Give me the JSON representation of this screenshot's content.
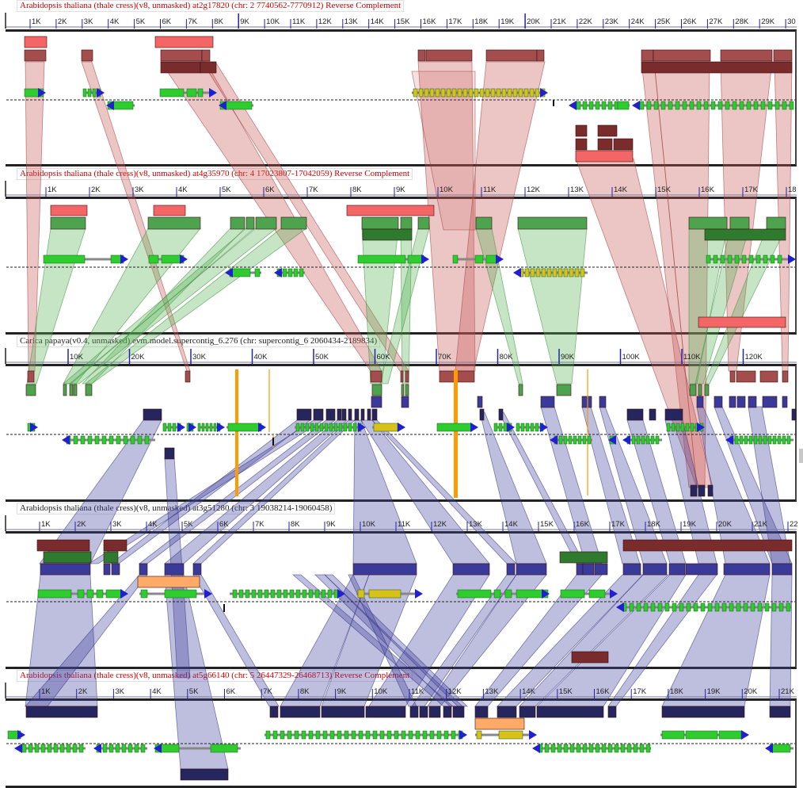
{
  "tracks": [
    {
      "title": "Arabidopsis thaliana (thale cress)(v8, unmasked) at2g17820 (chr: 2 7740562-7770912) Reverse Complement",
      "title_color": "#d40000",
      "ticks": [
        "1K",
        "2K",
        "3K",
        "4K",
        "5K",
        "6K",
        "7K",
        "8K",
        "9K",
        "10K",
        "11K",
        "12K",
        "13K",
        "14K",
        "15K",
        "16K",
        "17K",
        "18K",
        "19K",
        "20K",
        "21K",
        "22K",
        "23K",
        "24K",
        "25K",
        "26K",
        "27K",
        "28K",
        "29K",
        "30"
      ]
    },
    {
      "title": "Arabidopsis thaliana (thale cress)(v8, unmasked) at4g35970 (chr: 4 17023807-17042059) Reverse Complement",
      "title_color": "#d40000",
      "ticks": [
        "1K",
        "2K",
        "3K",
        "4K",
        "5K",
        "6K",
        "7K",
        "8K",
        "9K",
        "10K",
        "11K",
        "12K",
        "13K",
        "14K",
        "15K",
        "16K",
        "17K",
        "18"
      ]
    },
    {
      "title": "Carica papaya(v0.4, unmasked) evm.model.supercontig_6.276 (chr: supercontig_6 2060434-2189834)",
      "title_color": "#222222",
      "ticks": [
        "10K",
        "20K",
        "30K",
        "40K",
        "50K",
        "60K",
        "70K",
        "80K",
        "90K",
        "100K",
        "110K",
        "120K"
      ]
    },
    {
      "title": "Arabidopsis thaliana (thale cress)(v8, unmasked) at3g51280 (chr: 3 19038214-19060458)",
      "title_color": "#222222",
      "ticks": [
        "1K",
        "2K",
        "3K",
        "4K",
        "5K",
        "6K",
        "7K",
        "8K",
        "9K",
        "10K",
        "11K",
        "12K",
        "13K",
        "14K",
        "15K",
        "16K",
        "17K",
        "18K",
        "19K",
        "20K",
        "21K",
        "22"
      ]
    },
    {
      "title": "Arabidopsis thaliana (thale cress)(v8, unmasked) at5g66140 (chr: 5 26447329-26468713) Reverse Complement",
      "title_color": "#d40000",
      "ticks": [
        "1K",
        "2K",
        "3K",
        "4K",
        "5K",
        "6K",
        "7K",
        "8K",
        "9K",
        "10K",
        "11K",
        "12K",
        "13K",
        "14K",
        "15K",
        "16K",
        "17K",
        "18K",
        "19K",
        "20K",
        "21K"
      ]
    }
  ],
  "colors": {
    "red_hsp": "#a34d4d",
    "red_hsp_light": "#f46666",
    "red_hsp_dark": "#7a2b2b",
    "green_hsp": "#4ea34e",
    "green_hsp_dark": "#2e7a2e",
    "blue_hsp": "#3a3a9a",
    "blue_hsp_dark": "#26265e",
    "orange_hsp": "#ffaa66",
    "red_conn": "rgba(200,90,90,0.35)",
    "green_conn": "rgba(90,180,90,0.35)",
    "blue_conn": "rgba(70,70,160,0.35)",
    "gene_green": "#2fcc2f",
    "gene_yellow": "#d8c21a",
    "gene_blue": "#2020d0",
    "marker_orange": "#ff9a00"
  }
}
